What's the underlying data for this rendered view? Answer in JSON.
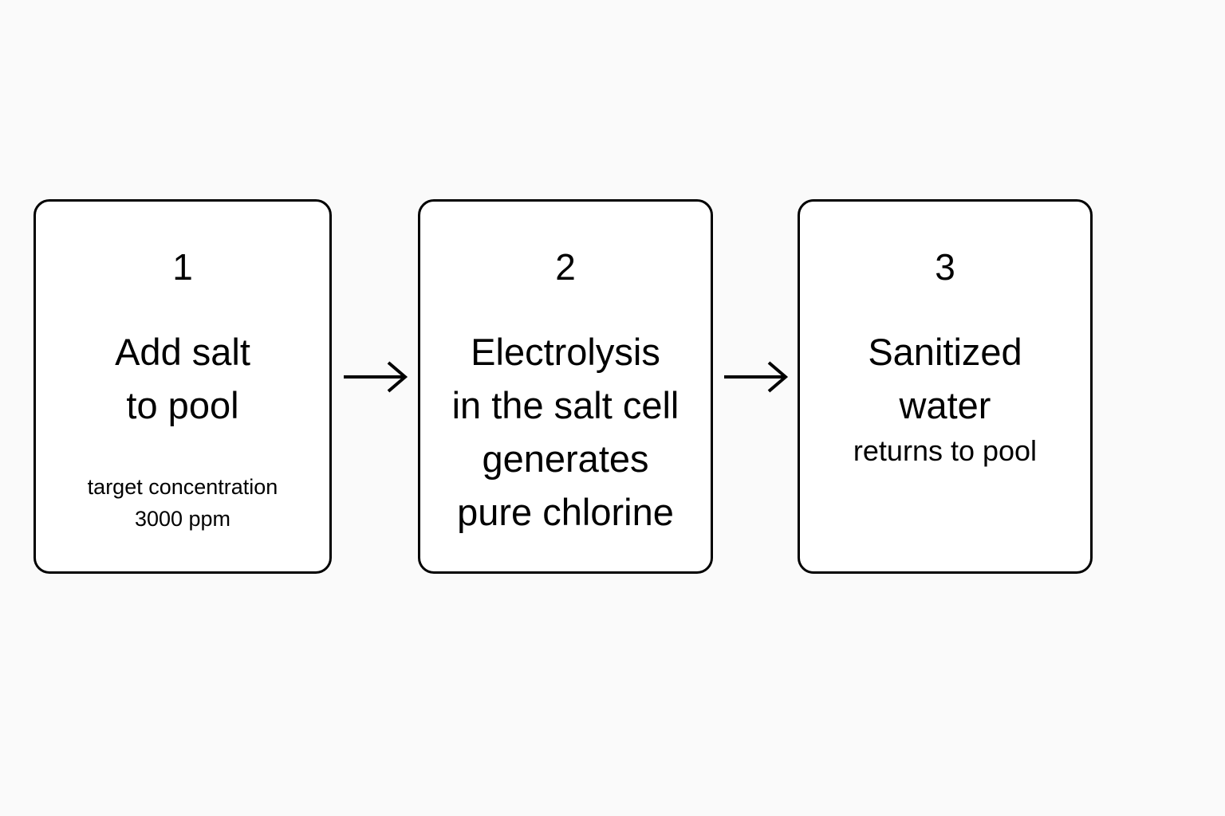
{
  "diagram": {
    "type": "process-flow",
    "orientation": "horizontal",
    "background_color": "#fafafa",
    "box_fill_color": "#ffffff",
    "stroke_color": "#000000",
    "steps": [
      {
        "number": "1",
        "title": "Add salt\nto pool",
        "subtitle": "target concentration\n3000 ppm"
      },
      {
        "number": "2",
        "title": "Electrolysis\nin the salt cell\ngenerates\npure chlorine",
        "subtitle": ""
      },
      {
        "number": "3",
        "title": "Sanitized\nwater",
        "subtitle": "returns to pool"
      }
    ],
    "connectors": [
      {
        "from": "1",
        "to": "2",
        "glyph": "arrow-right"
      },
      {
        "from": "2",
        "to": "3",
        "glyph": "arrow-right"
      }
    ]
  }
}
